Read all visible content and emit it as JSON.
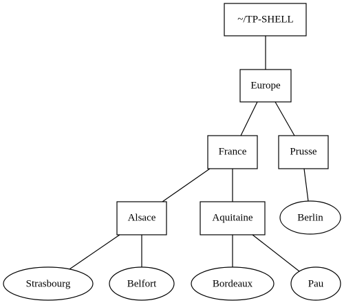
{
  "diagram": {
    "type": "tree",
    "nodes": [
      {
        "id": "root",
        "label": "~/TP-SHELL",
        "shape": "box"
      },
      {
        "id": "europe",
        "label": "Europe",
        "shape": "box"
      },
      {
        "id": "france",
        "label": "France",
        "shape": "box"
      },
      {
        "id": "prusse",
        "label": "Prusse",
        "shape": "box"
      },
      {
        "id": "alsace",
        "label": "Alsace",
        "shape": "box"
      },
      {
        "id": "aquitaine",
        "label": "Aquitaine",
        "shape": "box"
      },
      {
        "id": "berlin",
        "label": "Berlin",
        "shape": "ellipse"
      },
      {
        "id": "strasbourg",
        "label": "Strasbourg",
        "shape": "ellipse"
      },
      {
        "id": "belfort",
        "label": "Belfort",
        "shape": "ellipse"
      },
      {
        "id": "bordeaux",
        "label": "Bordeaux",
        "shape": "ellipse"
      },
      {
        "id": "pau",
        "label": "Pau",
        "shape": "ellipse"
      }
    ],
    "edges": [
      {
        "from": "root",
        "to": "europe"
      },
      {
        "from": "europe",
        "to": "france"
      },
      {
        "from": "europe",
        "to": "prusse"
      },
      {
        "from": "france",
        "to": "alsace"
      },
      {
        "from": "france",
        "to": "aquitaine"
      },
      {
        "from": "prusse",
        "to": "berlin"
      },
      {
        "from": "alsace",
        "to": "strasbourg"
      },
      {
        "from": "alsace",
        "to": "belfort"
      },
      {
        "from": "aquitaine",
        "to": "bordeaux"
      },
      {
        "from": "aquitaine",
        "to": "pau"
      }
    ]
  }
}
